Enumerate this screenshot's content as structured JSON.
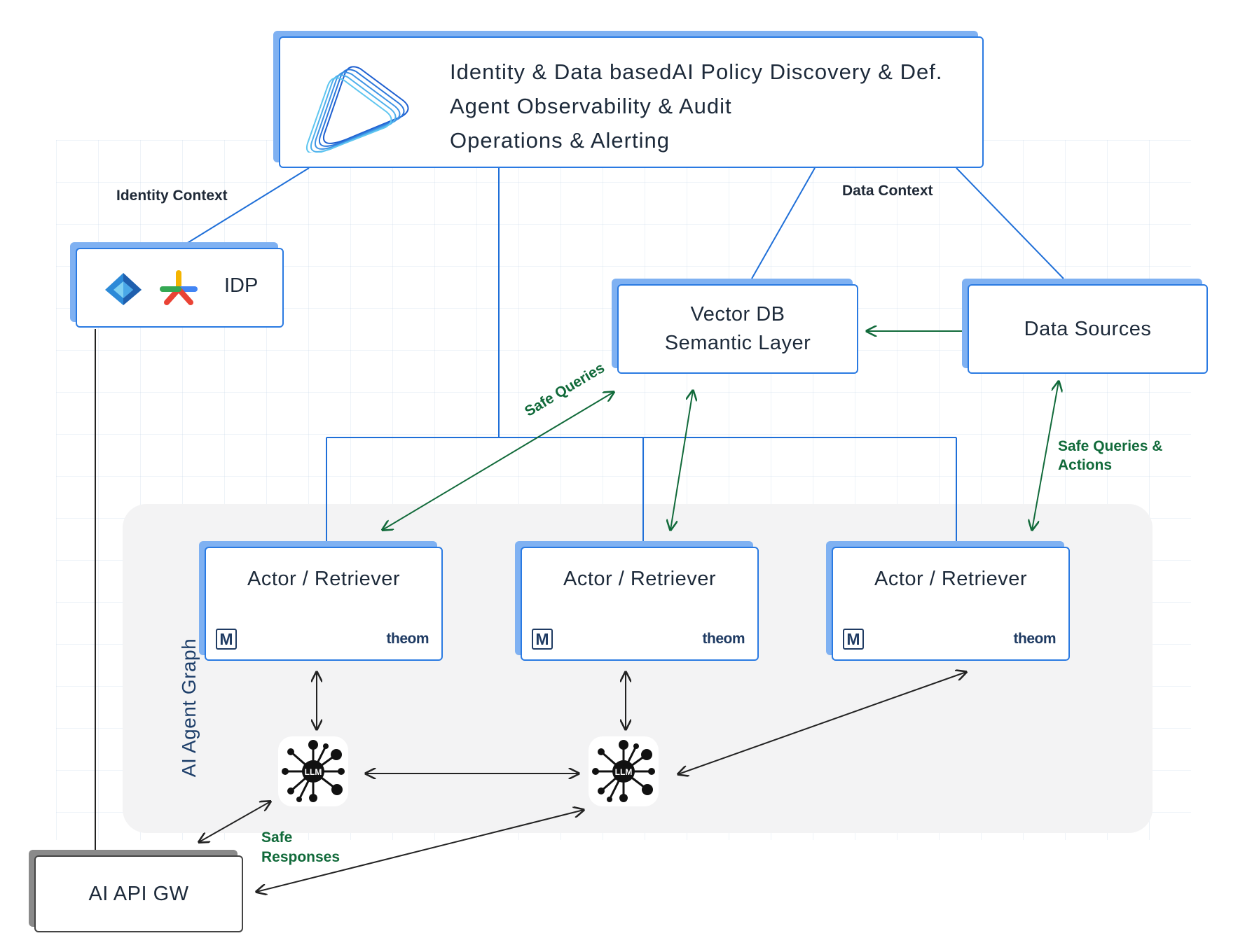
{
  "top_box": {
    "lines": [
      "Identity & Data basedAI Policy Discovery & Def.",
      "Agent Observability & Audit",
      "Operations & Alerting"
    ]
  },
  "idp": {
    "label": "IDP"
  },
  "vector_db": {
    "line1": "Vector DB",
    "line2": "Semantic Layer"
  },
  "data_sources": {
    "label": "Data Sources"
  },
  "agent_graph": {
    "label": "AI Agent Graph"
  },
  "actors": [
    {
      "title": "Actor / Retriever",
      "badge": "M",
      "brand": "theom"
    },
    {
      "title": "Actor / Retriever",
      "badge": "M",
      "brand": "theom"
    },
    {
      "title": "Actor / Retriever",
      "badge": "M",
      "brand": "theom"
    }
  ],
  "llm_nodes": [
    {
      "label": "LLM"
    },
    {
      "label": "LLM"
    }
  ],
  "gateway": {
    "label": "AI API GW"
  },
  "edge_labels": {
    "identity_context": "Identity Context",
    "data_context": "Data Context",
    "safe_queries": "Safe Queries",
    "safe_queries_actions_1": "Safe Queries &",
    "safe_queries_actions_2": "Actions",
    "safe_responses_1": "Safe",
    "safe_responses_2": "Responses"
  },
  "icons": [
    "policy-logo-icon",
    "azure-ad-icon",
    "okta-pinwheel-icon",
    "m-badge-icon",
    "theom-logo",
    "llm-network-icon"
  ],
  "colors": {
    "box_border": "#2a7ae2",
    "box_shadow": "#7fb1f2",
    "connector": "#1f6fd8",
    "safe_flow": "#116a3a",
    "llm_flow": "#222222",
    "panel_bg": "#f3f3f4"
  }
}
